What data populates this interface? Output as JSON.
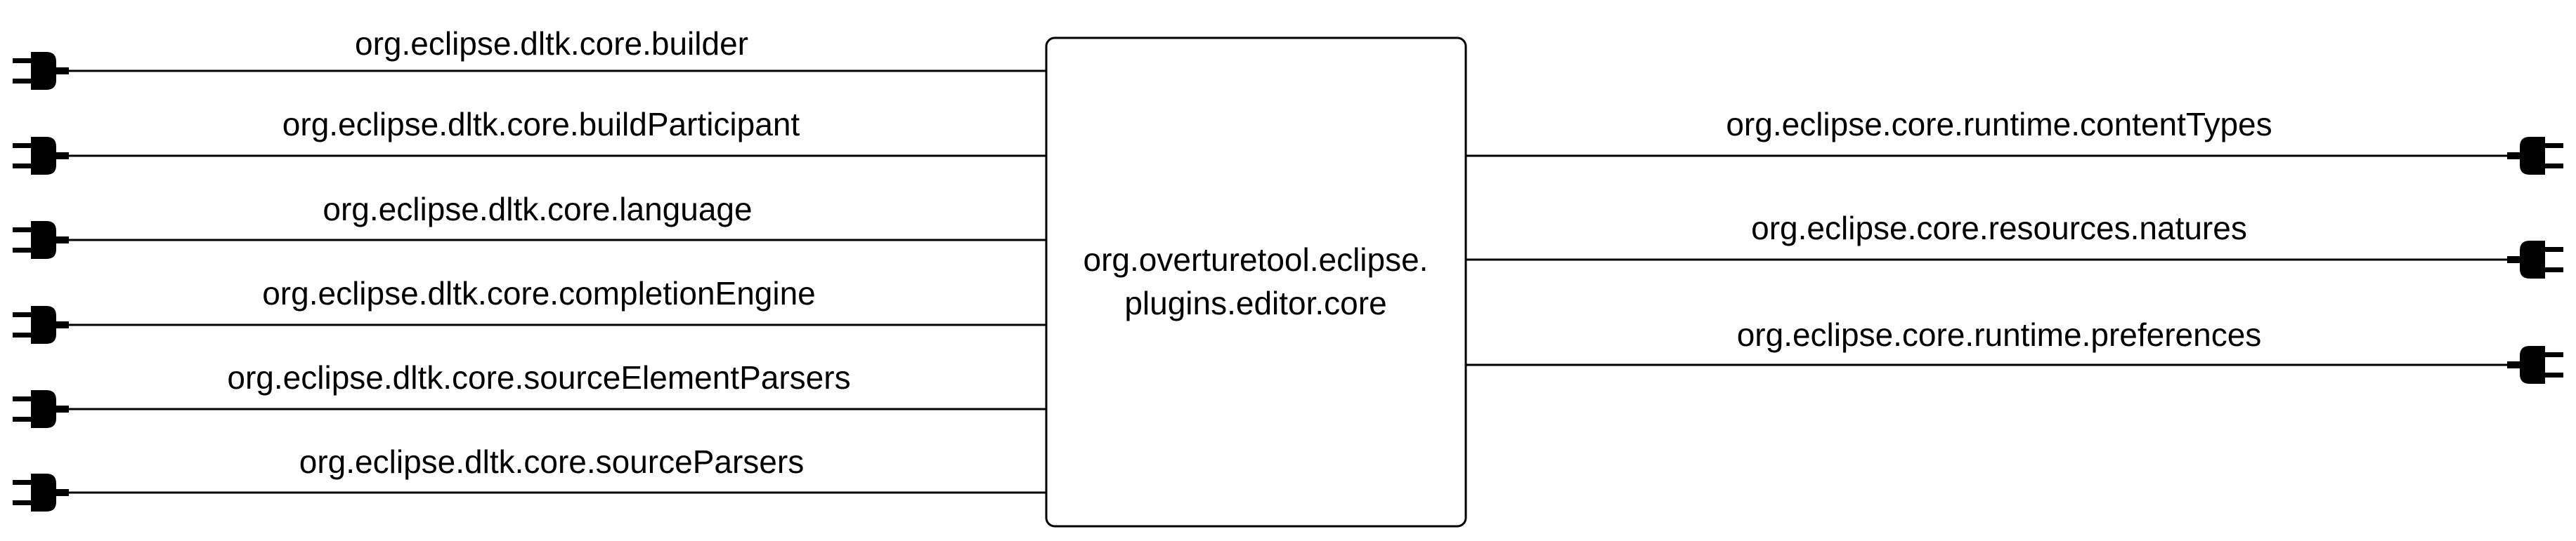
{
  "component": {
    "name_lines": [
      "org.overturetool.eclipse.",
      "plugins.editor.core"
    ]
  },
  "left_connectors": [
    {
      "label": "org.eclipse.dltk.core.builder"
    },
    {
      "label": "org.eclipse.dltk.core.buildParticipant"
    },
    {
      "label": "org.eclipse.dltk.core.language"
    },
    {
      "label": "org.eclipse.dltk.core.completionEngine"
    },
    {
      "label": "org.eclipse.dltk.core.sourceElementParsers"
    },
    {
      "label": "org.eclipse.dltk.core.sourceParsers"
    }
  ],
  "right_connectors": [
    {
      "label": "org.eclipse.core.runtime.contentTypes"
    },
    {
      "label": "org.eclipse.core.resources.natures"
    },
    {
      "label": "org.eclipse.core.runtime.preferences"
    }
  ],
  "colors": {
    "line": "#000000",
    "background": "#ffffff"
  },
  "icons": {
    "left": "plug-icon",
    "right": "plug-icon"
  }
}
